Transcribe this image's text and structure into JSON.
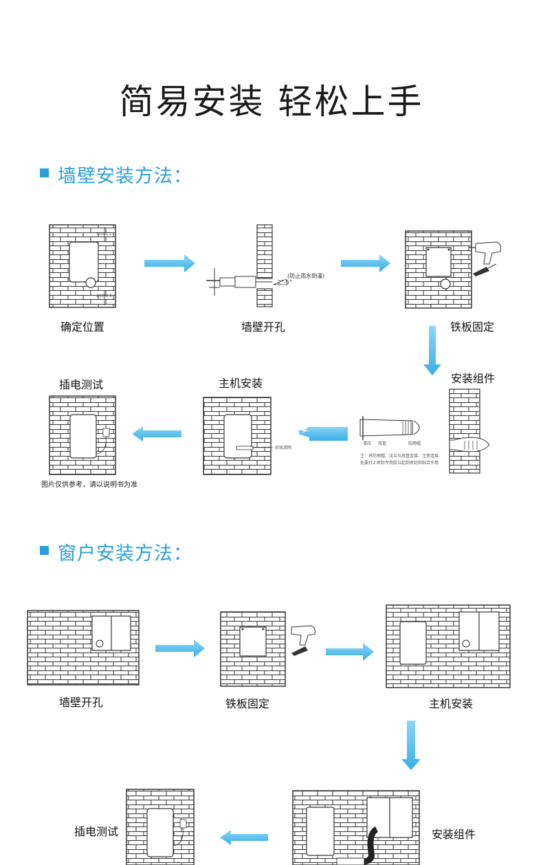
{
  "page": {
    "title": "简易安装 轻松上手"
  },
  "wall_section": {
    "title": "墙壁安装方法：",
    "steps": {
      "position": "确定位置",
      "drill": "墙壁开孔",
      "plate": "铁板固定",
      "assembly": "安装组件",
      "host": "主机安装",
      "test": "插电测试"
    },
    "note": "图片仅供参考，请以说明书为准",
    "rain_note": "(防止雨水倒灌)",
    "angle_note": "2°-5°",
    "dim_top": "300以上",
    "dim_bottom": "200以上",
    "filter_label": "初效滤网",
    "pipe_labels": [
      "清压",
      "风管",
      "防雨帽"
    ],
    "pipe_note_1": "注：将防雨帽、法兰与风管连接，注意连接",
    "pipe_note_2": "处要打上密封专用胶以起到密封和粘合作用"
  },
  "window_section": {
    "title": "窗户安装方法：",
    "steps": {
      "drill": "墙壁开孔",
      "plate": "铁板固定",
      "host": "主机安装",
      "assembly": "安装组件",
      "test": "插电测试"
    }
  },
  "colors": {
    "accent": "#2a9fd8",
    "arrow": "#5bc0ef"
  },
  "icons": [
    "drill-icon",
    "screwdriver-icon",
    "arrow-right-icon",
    "arrow-down-icon",
    "arrow-left-icon"
  ]
}
